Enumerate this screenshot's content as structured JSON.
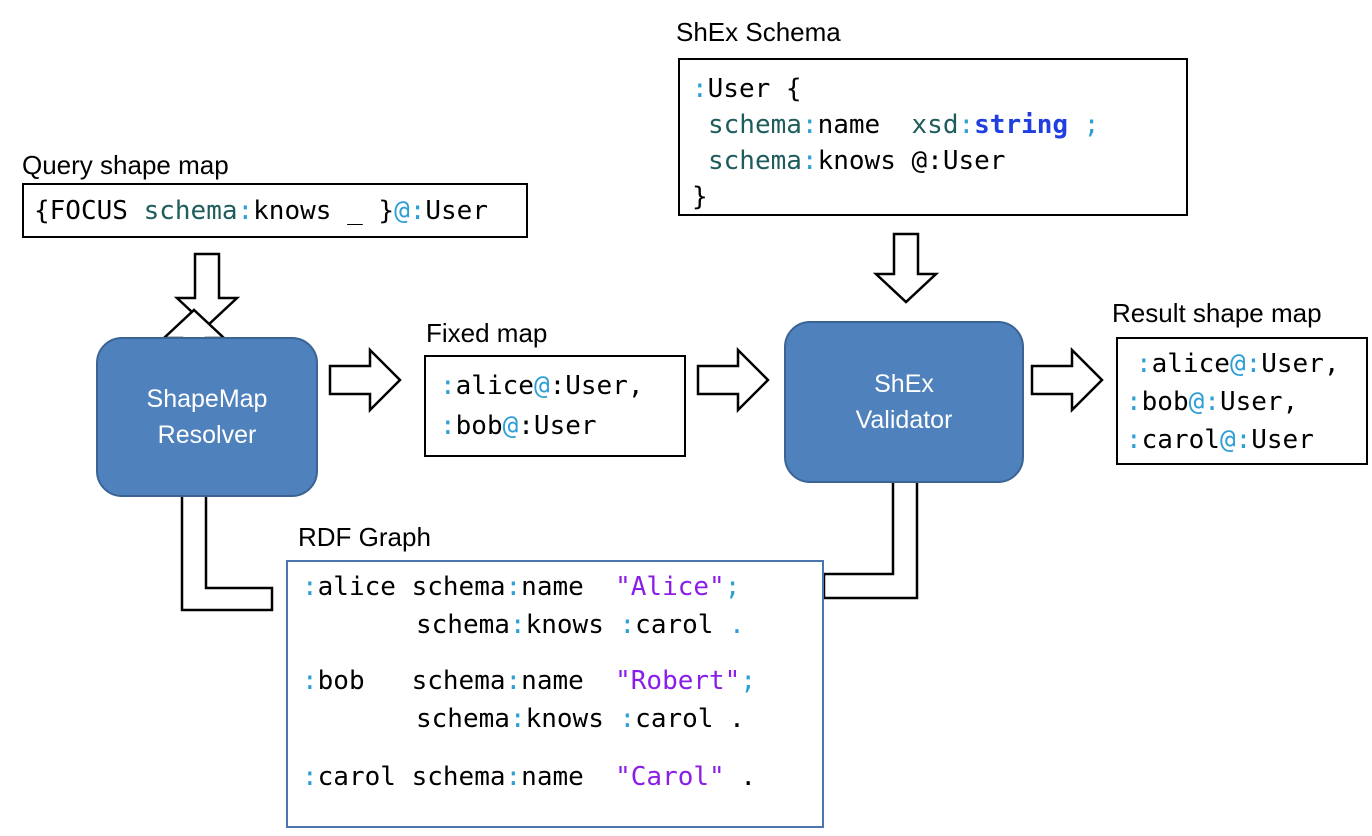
{
  "labels": {
    "query_shape_map": "Query shape map",
    "shex_schema": "ShEx Schema",
    "fixed_map": "Fixed map",
    "result_shape_map": "Result shape map",
    "rdf_graph": "RDF Graph"
  },
  "nodes": {
    "resolver": {
      "line1": "ShapeMap",
      "line2": "Resolver"
    },
    "validator": {
      "line1": "ShEx",
      "line2": "Validator"
    }
  },
  "query": {
    "open": "{FOCUS ",
    "pred_prefix": "schema",
    "colon": ":",
    "pred_local": "knows",
    "rest": " _ }",
    "at": "@",
    "shape_colon": ":",
    "shape": "User"
  },
  "schema": {
    "l1_colon": ":",
    "l1_name": "User",
    "l1_brace": " {",
    "l2_prefix": "schema",
    "l2_colon": ":",
    "l2_local": "name",
    "l2_gap": "  ",
    "l2_type_prefix": "xsd",
    "l2_type_colon": ":",
    "l2_type_local": "string",
    "l2_semi": " ;",
    "l3_prefix": "schema",
    "l3_colon": ":",
    "l3_local": "knows",
    "l3_ref": " @:User",
    "l4": "}"
  },
  "fixed": {
    "r1_colon": ":",
    "r1_node": "alice",
    "r1_at": "@",
    "r1_shape": ":User,",
    "r2_colon": ":",
    "r2_node": "bob",
    "r2_at": "@",
    "r2_shape": ":User"
  },
  "result": {
    "r1_colon": ":",
    "r1_node": "alice",
    "r1_at": "@",
    "r1_scolon": ":",
    "r1_shape": "User,",
    "r2_colon": ":",
    "r2_node": "bob",
    "r2_at": "@",
    "r2_scolon": ":",
    "r2_shape": "User,",
    "r3_colon": ":",
    "r3_node": "carol",
    "r3_at": "@",
    "r3_scolon": ":",
    "r3_shape": "User"
  },
  "graph": {
    "a1_colon": ":",
    "a1_node": "alice",
    "a1_sp": " ",
    "a1_prefix": "schema",
    "a1_pcolon": ":",
    "a1_local": "name",
    "a1_gap": "  ",
    "a1_lit": "\"Alice\"",
    "a1_end": ";",
    "a2_prefix": "schema",
    "a2_pcolon": ":",
    "a2_local": "knows",
    "a2_sp": " ",
    "a2_ocolon": ":",
    "a2_obj": "carol",
    "a2_end": " .",
    "b1_colon": ":",
    "b1_node": "bob",
    "b1_sp": "   ",
    "b1_prefix": "schema",
    "b1_pcolon": ":",
    "b1_local": "name",
    "b1_gap": "  ",
    "b1_lit": "\"Robert\"",
    "b1_end": ";",
    "b2_prefix": "schema",
    "b2_pcolon": ":",
    "b2_local": "knows",
    "b2_sp": " ",
    "b2_ocolon": ":",
    "b2_obj": "carol",
    "b2_end": " .",
    "c1_colon": ":",
    "c1_node": "carol",
    "c1_sp": " ",
    "c1_prefix": "schema",
    "c1_pcolon": ":",
    "c1_local": "name",
    "c1_gap": "  ",
    "c1_lit": "\"Carol\"",
    "c1_end": " ."
  },
  "colors": {
    "process_fill": "#4f81bd",
    "prefix_colon": "#2e9fd6",
    "literal": "#8a1ee8",
    "keyword": "#1f3fe0",
    "term": "#1f5c5c",
    "graph_border": "#4a75b0"
  }
}
